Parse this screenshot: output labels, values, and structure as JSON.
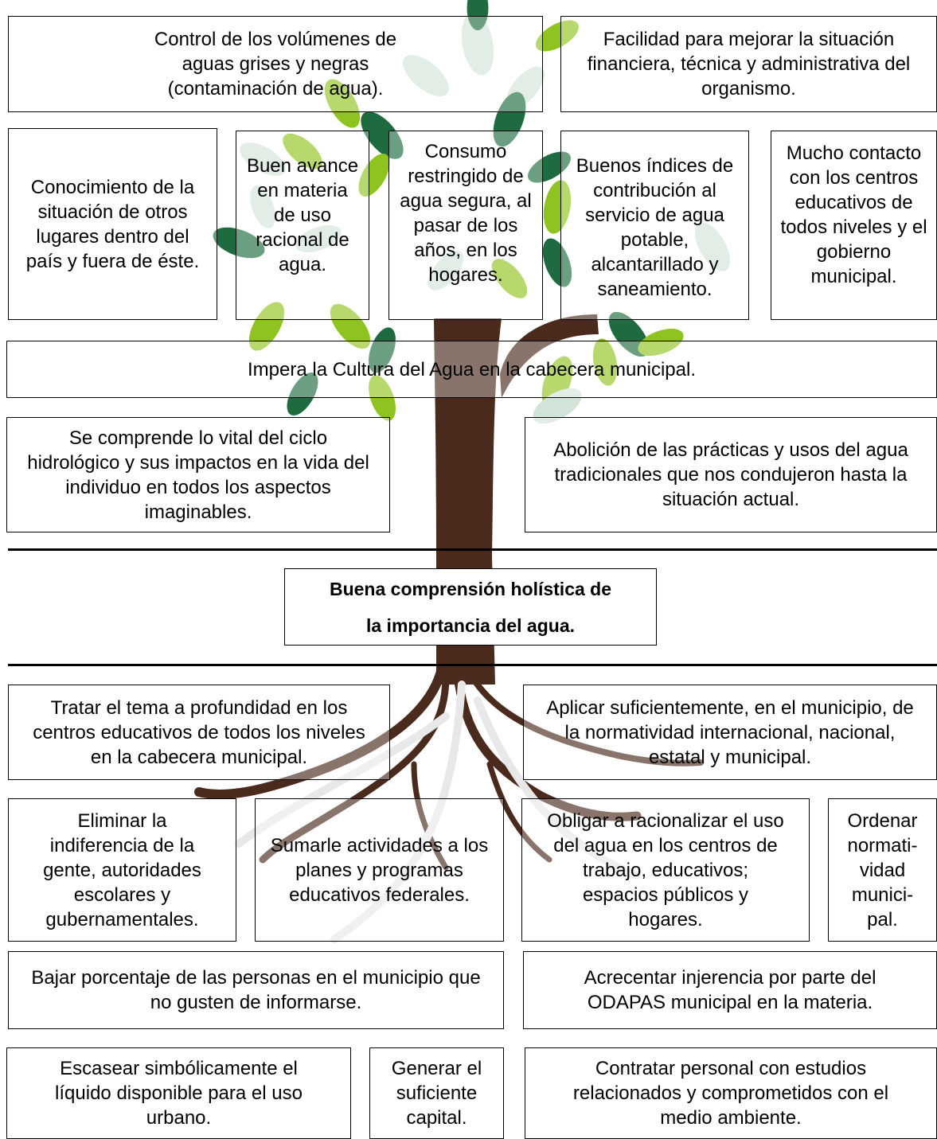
{
  "effects": {
    "row1": [
      "Control de los volúmenes de aguas grises y negras (contaminación de agua).",
      "Facilidad para mejorar la situación financiera, técnica y administrativa del organismo."
    ],
    "row2": [
      "Conocimiento de la situación de otros lugares dentro del país y fuera de éste.",
      "Buen avance en materia de uso racional de agua.",
      "Consumo restringido de agua segura, al pasar de los años, en los hogares.",
      "Buenos índices de contribución al servicio de agua potable, alcantarillado y saneamiento.",
      "Mucho contacto con los centros educativos de todos niveles y el gobierno municipal."
    ],
    "row3": "Impera la Cultura del Agua en la cabecera municipal.",
    "row4": [
      "Se comprende lo vital del ciclo hidrológico y sus impactos en la vida del individuo en todos los aspectos imaginables.",
      "Abolición de las prácticas y usos del agua tradicionales que nos condujeron hasta la situación actual."
    ]
  },
  "central_goal": {
    "line1": "Buena comprensión holística de",
    "line2": "la importancia del agua."
  },
  "means": {
    "row1": [
      "Tratar el tema a profundidad en los centros educativos de todos los niveles en la cabecera municipal.",
      "Aplicar suficientemente, en el municipio, de la normatividad internacional, nacional, estatal y municipal."
    ],
    "row2": [
      "Eliminar la indiferencia de la gente, autoridades escolares y gubernamentales.",
      "Sumarle actividades a los planes y programas educativos federales.",
      "Obligar a racionalizar el uso del agua en los centros de trabajo, educativos; espacios públicos y hogares.",
      "Ordenar normati-vidad munici-pal."
    ],
    "row3": [
      "Bajar porcentaje de las personas en el municipio que no gusten de informarse.",
      "Acrecentar injerencia por parte del ODAPAS municipal en la materia."
    ],
    "row4": [
      "Escasear simbólicamente el líquido disponible para el uso urbano.",
      "Generar el suficiente capital.",
      "Contratar personal con estudios relacionados y comprometidos con el medio ambiente."
    ]
  },
  "colors": {
    "trunk": "#4a2a1c",
    "leaf_dark": "#1e6b3f",
    "leaf_light": "#8fc31f",
    "leaf_pale": "#d2e3d8"
  }
}
